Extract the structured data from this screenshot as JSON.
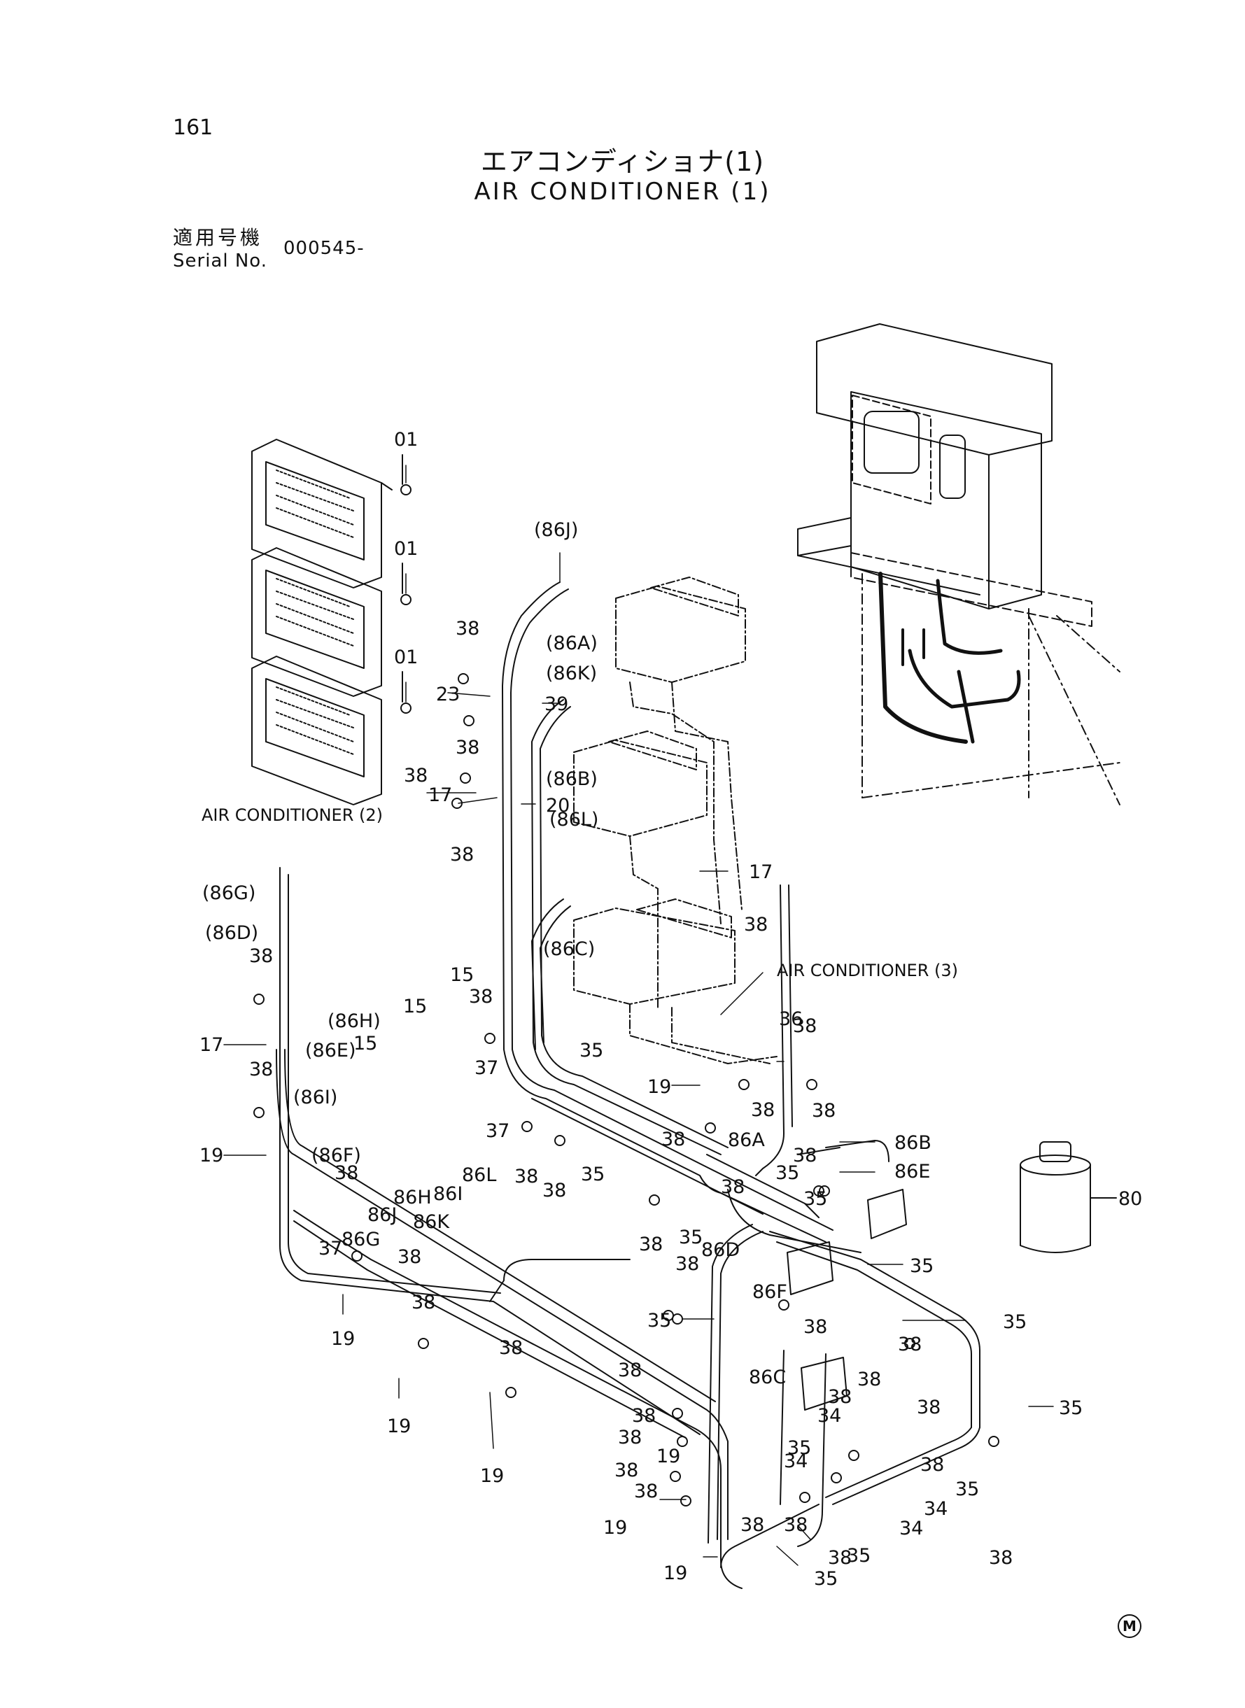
{
  "header": {
    "page_number": "161",
    "title_jp": "エアコンディショナ(1)",
    "title_en": "AIR CONDITIONER (1)",
    "serial_label_jp": "適用号機",
    "serial_label_en": "Serial No.",
    "serial_value": "000545-"
  },
  "groups": {
    "ac2": "AIR CONDITIONER (2)",
    "ac3": "AIR CONDITIONER (3)"
  },
  "callouts": {
    "c01a": "01",
    "c01b": "01",
    "c01c": "01",
    "c86J": "(86J)",
    "c86A": "(86A)",
    "c86K": "(86K)",
    "c86B": "(86B)",
    "c86L": "(86L)",
    "c86C": "(86C)",
    "c86G": "(86G)",
    "c86D": "(86D)",
    "c86H": "(86H)",
    "c86E": "(86E)",
    "c86I": "(86I)",
    "c86F": "(86F)",
    "n23": "23",
    "n39": "39",
    "n17a": "17",
    "n20": "20",
    "n17b": "17",
    "n17c": "17",
    "n15a": "15",
    "n15b": "15",
    "n15c": "15",
    "n37a": "37",
    "n35a": "35",
    "n37b": "37",
    "n35b": "35",
    "n35c": "35",
    "n36": "36",
    "n19a": "19",
    "n19b": "19",
    "n19c": "19",
    "n19d": "19",
    "n19e": "19",
    "n19f": "19",
    "n19g": "19",
    "n19h": "19",
    "n37c": "37",
    "s86Ja": "86J",
    "s86Ka": "86K",
    "s86Ha": "86H",
    "s86Ia": "86I",
    "s86La": "86L",
    "s86Ga": "86G",
    "s86A": "86A",
    "s86B": "86B",
    "s86E": "86E",
    "s86D": "86D",
    "s86F": "86F",
    "s86C": "86C",
    "n80": "80",
    "n35d": "35",
    "n35e": "35",
    "n35f": "35",
    "n35g": "35",
    "n35h": "35",
    "n35i": "35",
    "n35j": "35",
    "n35k": "35",
    "n35l": "35",
    "n35m": "35",
    "n34a": "34",
    "n34b": "34",
    "n34c": "34",
    "n34d": "34",
    "b38": [
      "38",
      "38",
      "38",
      "38",
      "38",
      "38",
      "38",
      "38",
      "38",
      "38",
      "38",
      "38",
      "38",
      "38",
      "38",
      "38",
      "38",
      "38",
      "38",
      "38",
      "38",
      "38",
      "38",
      "38",
      "38",
      "38",
      "38",
      "38",
      "38",
      "38",
      "38",
      "38",
      "38",
      "38",
      "38",
      "38",
      "38"
    ]
  },
  "footer": {
    "mark": "M"
  }
}
